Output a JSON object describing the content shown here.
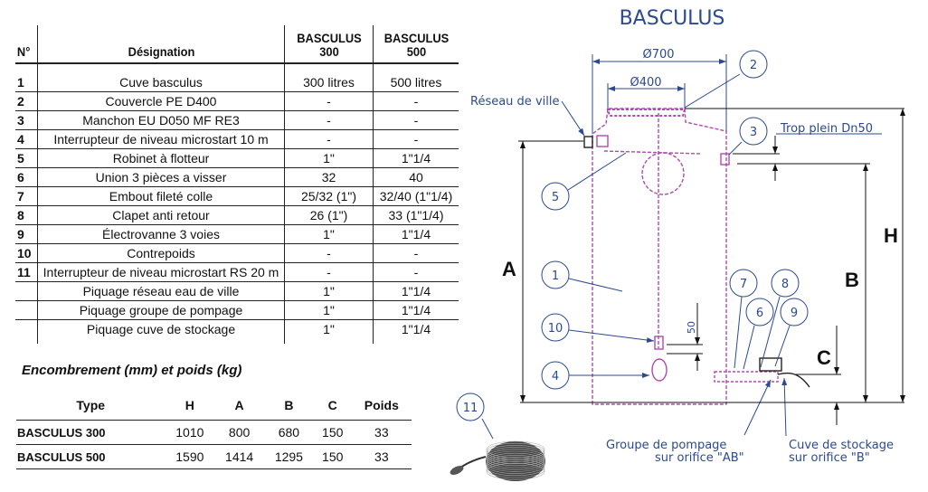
{
  "title": "BASCULUS",
  "parts_table": {
    "headers": [
      "N°",
      "Désignation",
      "BASCULUS 300",
      "BASCULUS 500"
    ],
    "header_lines": {
      "c300": [
        "BASCULUS",
        "300"
      ],
      "c500": [
        "BASCULUS",
        "500"
      ]
    },
    "rows": [
      [
        "1",
        "Cuve basculus",
        "300 litres",
        "500 litres"
      ],
      [
        "2",
        "Couvercle PE D400",
        "-",
        "-"
      ],
      [
        "3",
        "Manchon EU D050 MF RE3",
        "-",
        "-"
      ],
      [
        "4",
        "Interrupteur de niveau microstart 10 m",
        "-",
        "-"
      ],
      [
        "5",
        "Robinet à flotteur",
        "1\"",
        "1\"1/4"
      ],
      [
        "6",
        "Union 3 pièces a visser",
        "32",
        "40"
      ],
      [
        "7",
        "Embout fileté colle",
        "25/32 (1\")",
        "32/40 (1\"1/4)"
      ],
      [
        "8",
        "Clapet anti retour",
        "26 (1\")",
        "33 (1\"1/4)"
      ],
      [
        "9",
        "Électrovanne 3 voies",
        "1\"",
        "1\"1/4"
      ],
      [
        "10",
        "Contrepoids",
        "-",
        "-"
      ],
      [
        "11",
        "Interrupteur de niveau microstart RS 20 m",
        "-",
        "-"
      ],
      [
        "",
        "Piquage réseau eau de ville",
        "1\"",
        "1\"1/4"
      ],
      [
        "",
        "Piquage groupe de pompage",
        "1\"",
        "1\"1/4"
      ],
      [
        "",
        "Piquage cuve de stockage",
        "1\"",
        "1\"1/4"
      ]
    ]
  },
  "dims_table": {
    "title": "Encombrement (mm) et poids (kg)",
    "headers": [
      "Type",
      "H",
      "A",
      "B",
      "C",
      "Poids"
    ],
    "rows": [
      [
        "BASCULUS 300",
        "1010",
        "800",
        "680",
        "150",
        "33"
      ],
      [
        "BASCULUS 500",
        "1590",
        "1414",
        "1295",
        "150",
        "33"
      ]
    ]
  },
  "diagram": {
    "dim_700": "Ø700",
    "dim_400": "Ø400",
    "dim_50": "50",
    "label_A": "A",
    "label_B": "B",
    "label_H": "H",
    "label_C": "C",
    "reseau": "Réseau de ville",
    "trop_plein": "Trop plein Dn50",
    "groupe_1": "Groupe de pompage",
    "groupe_2": "sur orifice \"AB\"",
    "cuve_1": "Cuve de stockage",
    "cuve_2": "sur orifice \"B\"",
    "balloons": [
      "1",
      "2",
      "3",
      "4",
      "5",
      "6",
      "7",
      "8",
      "9",
      "10",
      "11"
    ],
    "colors": {
      "blue": "#2b4a8f",
      "magenta": "#b04ab0"
    }
  }
}
